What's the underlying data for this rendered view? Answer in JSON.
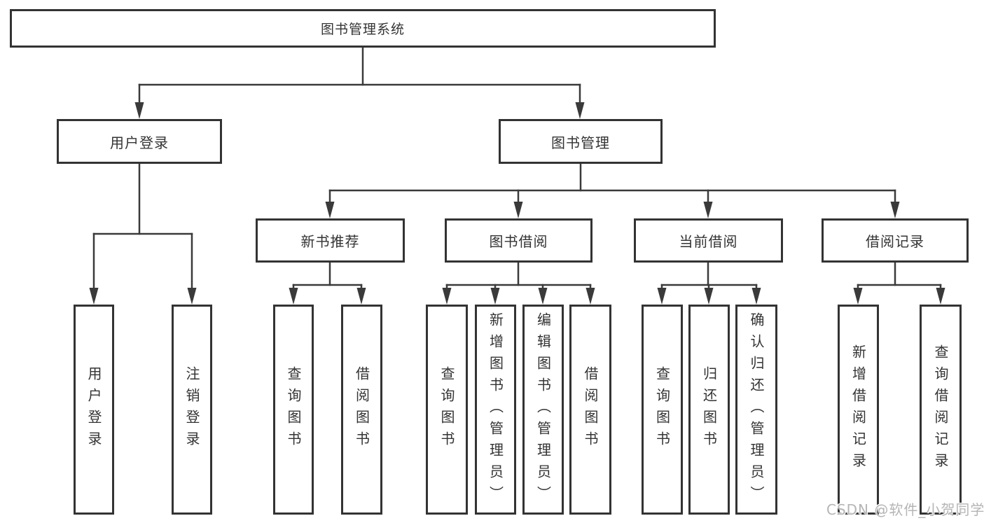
{
  "diagram": {
    "type": "tree",
    "title": "图书管理系统",
    "nodes": [
      {
        "id": "root",
        "parent": null,
        "label": "图书管理系统"
      },
      {
        "id": "user-login-menu",
        "parent": "root",
        "label": "用户登录"
      },
      {
        "id": "book-mgmt",
        "parent": "root",
        "label": "图书管理"
      },
      {
        "id": "login",
        "parent": "user-login-menu",
        "label": "用户登录"
      },
      {
        "id": "logout",
        "parent": "user-login-menu",
        "label": "注销登录"
      },
      {
        "id": "new-book-rec",
        "parent": "book-mgmt",
        "label": "新书推荐"
      },
      {
        "id": "book-borrow",
        "parent": "book-mgmt",
        "label": "图书借阅"
      },
      {
        "id": "current-borrow",
        "parent": "book-mgmt",
        "label": "当前借阅"
      },
      {
        "id": "borrow-records",
        "parent": "book-mgmt",
        "label": "借阅记录"
      },
      {
        "id": "rec-query-books",
        "parent": "new-book-rec",
        "label": "查询图书"
      },
      {
        "id": "rec-borrow-books",
        "parent": "new-book-rec",
        "label": "借阅图书"
      },
      {
        "id": "bb-query-books",
        "parent": "book-borrow",
        "label": "查询图书"
      },
      {
        "id": "bb-add-books",
        "parent": "book-borrow",
        "label": "新增图书（管理员）"
      },
      {
        "id": "bb-edit-books",
        "parent": "book-borrow",
        "label": "编辑图书（管理员）"
      },
      {
        "id": "bb-borrow-books",
        "parent": "book-borrow",
        "label": "借阅图书"
      },
      {
        "id": "cb-query-books",
        "parent": "current-borrow",
        "label": "查询图书"
      },
      {
        "id": "cb-return-books",
        "parent": "current-borrow",
        "label": "归还图书"
      },
      {
        "id": "cb-confirm-return",
        "parent": "current-borrow",
        "label": "确认归还（管理员）"
      },
      {
        "id": "br-add-record",
        "parent": "borrow-records",
        "label": "新增借阅记录"
      },
      {
        "id": "br-query-record",
        "parent": "borrow-records",
        "label": "查询借阅记录"
      }
    ]
  },
  "watermark": {
    "text": "CSDN @软件_小贺同学"
  },
  "colors": {
    "background": "#ffffff",
    "line": "#3a3a3a",
    "box_border": "#333333",
    "box_fill": "#ffffff",
    "text": "#333333",
    "watermark": "#b5b5b5"
  }
}
